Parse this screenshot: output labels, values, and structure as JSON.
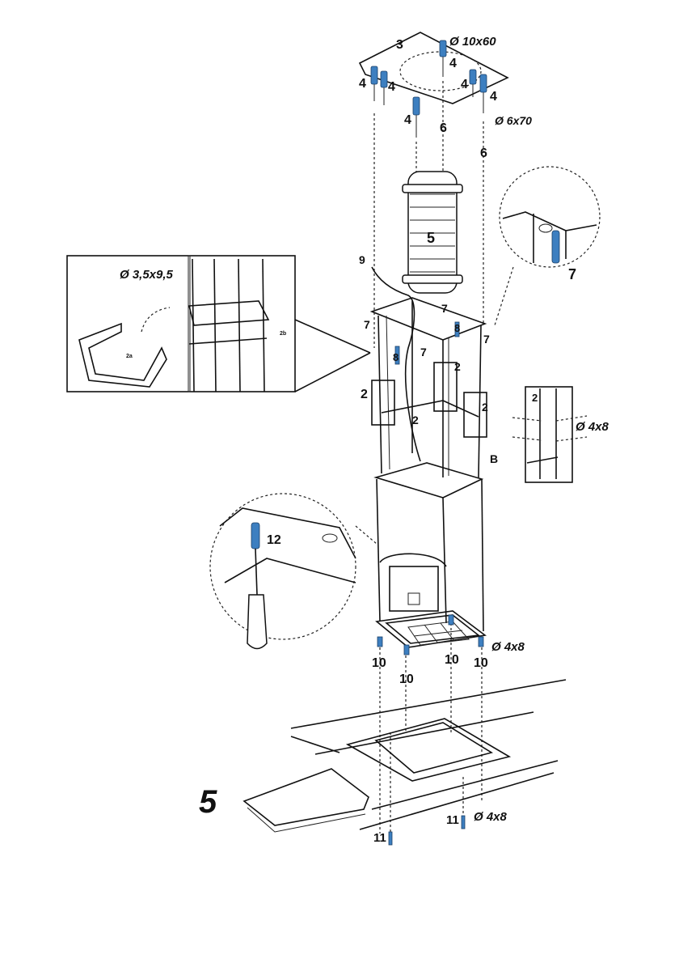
{
  "step_number": "5",
  "labels": {
    "bolt_10x60": "Ø 10x60",
    "bolt_6x70": "Ø 6x70",
    "screw_3_5x9_5": "Ø 3,5x9,5",
    "screw_4x8_a": "Ø 4x8",
    "screw_4x8_b": "Ø 4x8",
    "screw_4x8_c": "Ø 4x8",
    "part_2": "2",
    "part_3": "3",
    "part_4": "4",
    "part_5": "5",
    "part_6": "6",
    "part_7": "7",
    "part_8": "8",
    "part_9": "9",
    "part_10": "10",
    "part_11": "11",
    "part_12": "12",
    "part_B": "B",
    "inset_2a": "2a",
    "inset_2b": "2b"
  },
  "colors": {
    "bolt_blue": "#3d7fc0",
    "line": "#111111"
  }
}
